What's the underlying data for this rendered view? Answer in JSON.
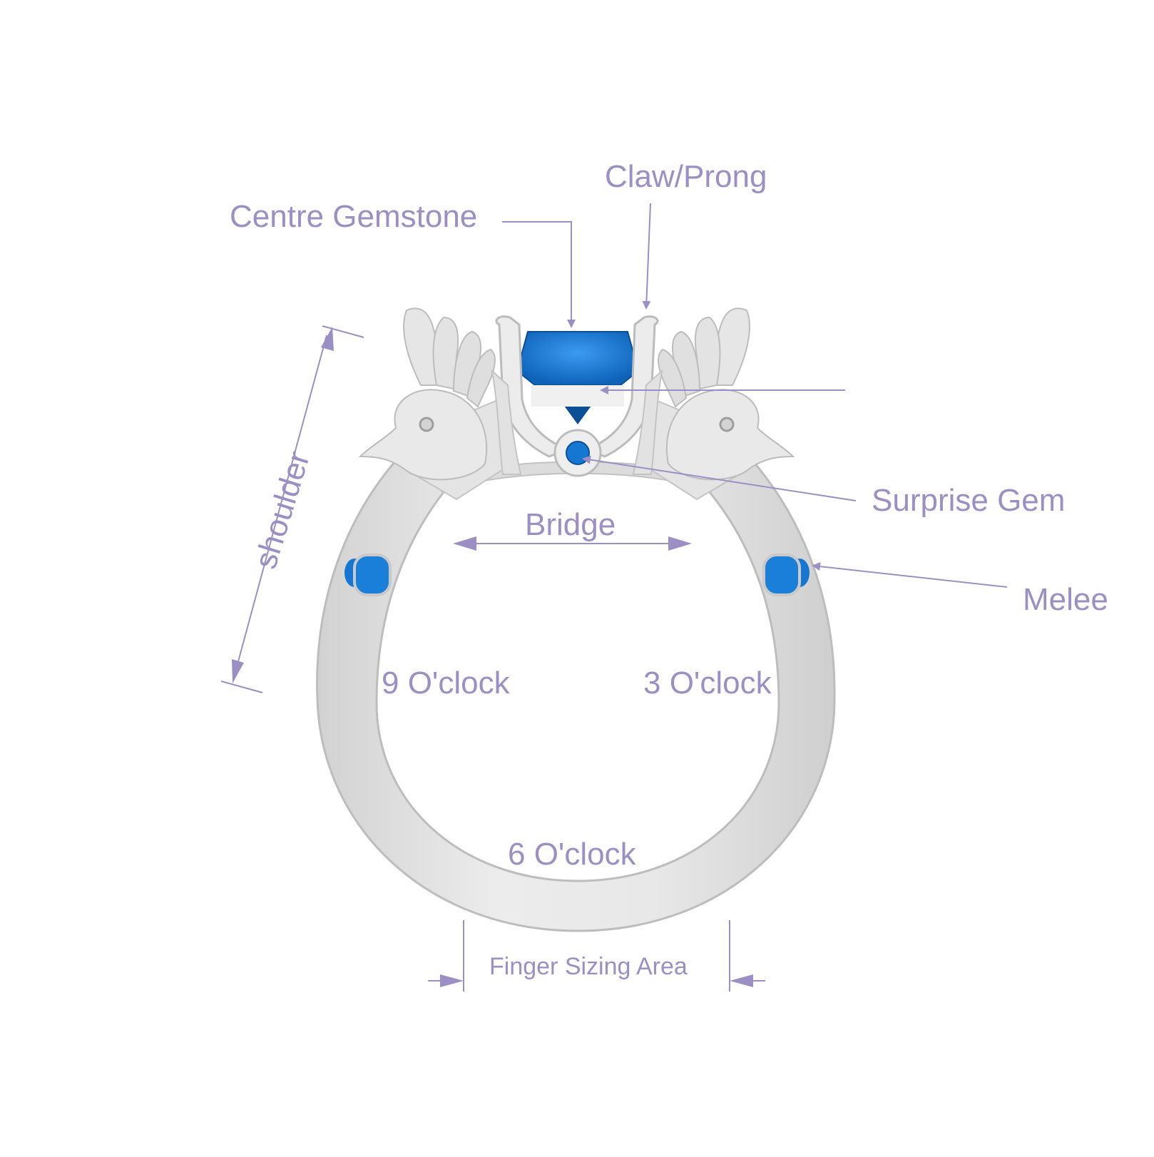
{
  "labels": {
    "claw_prong": "Claw/Prong",
    "centre_gemstone": "Centre Gemstone",
    "shoulder": "shoulder",
    "surprise_gem": "Surprise Gem",
    "bridge": "Bridge",
    "melee": "Melee",
    "nine_oclock": "9 O'clock",
    "three_oclock": "3 O'clock",
    "six_oclock": "6 O'clock",
    "finger_sizing_area": "Finger Sizing Area"
  },
  "colors": {
    "annotation": "#9b8fc4",
    "metal": "#e6e6e6",
    "metal_shadow": "#c9c9c9",
    "metal_dark": "#a9a9a9",
    "gem": "#1677d2",
    "gem_dark": "#0b4f96",
    "background": "#ffffff"
  }
}
